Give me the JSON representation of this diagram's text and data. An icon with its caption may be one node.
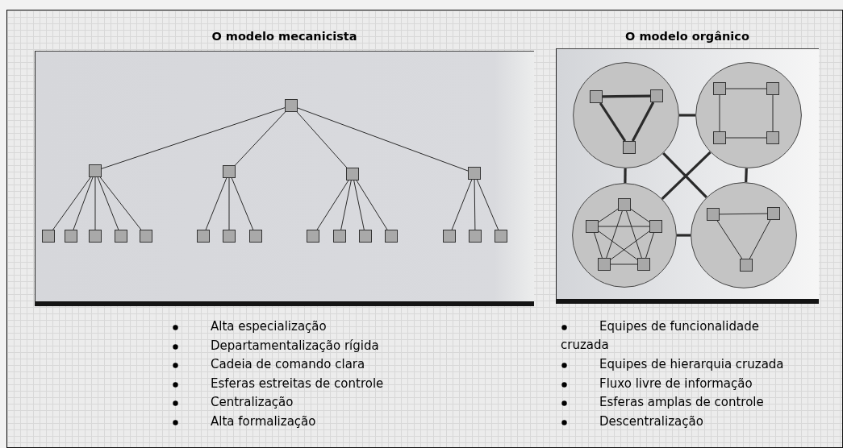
{
  "diagram": {
    "nodes": [
      {
        "text": [
          "O modelo mecanicista"
        ]
      },
      {
        "text": [],
        "shape": "box",
        "in": 0
      },
      {
        "text": [],
        "shape": "box",
        "in": 0
      },
      {
        "text": [],
        "shape": "box",
        "in": 0
      },
      {
        "text": [],
        "shape": "box",
        "in": 0
      },
      {
        "text": [],
        "shape": "box",
        "in": 0
      },
      {
        "text": [],
        "shape": "box",
        "in": 0
      },
      {
        "text": [],
        "shape": "box",
        "in": 0
      },
      {
        "text": [],
        "shape": "box",
        "in": 0
      },
      {
        "text": [],
        "shape": "box",
        "in": 0
      },
      {
        "text": [],
        "shape": "box",
        "in": 0
      },
      {
        "text": [],
        "shape": "box",
        "in": 0
      },
      {
        "text": [],
        "shape": "box",
        "in": 0
      },
      {
        "text": [],
        "shape": "box",
        "in": 0
      },
      {
        "text": [],
        "shape": "box",
        "in": 0
      },
      {
        "text": [],
        "shape": "box",
        "in": 0
      },
      {
        "text": [],
        "shape": "box",
        "in": 0
      },
      {
        "text": [],
        "shape": "box",
        "in": 0
      },
      {
        "text": [],
        "shape": "box",
        "in": 0
      },
      {
        "text": [],
        "shape": "box",
        "in": 0
      },
      {
        "text": [],
        "shape": "box",
        "in": 0
      },
      {
        "text": [
          "O modelo orgânico"
        ]
      },
      {
        "text": [],
        "shape": "circle",
        "in": 21
      },
      {
        "text": [],
        "shape": "circle",
        "in": 21
      },
      {
        "text": [],
        "shape": "circle",
        "in": 21
      },
      {
        "text": [],
        "shape": "circle",
        "in": 21
      },
      {
        "text": [],
        "shape": "box",
        "in": 22
      },
      {
        "text": [],
        "shape": "box",
        "in": 22
      },
      {
        "text": [],
        "shape": "box",
        "in": 22
      },
      {
        "text": [],
        "shape": "box",
        "in": 23
      },
      {
        "text": [],
        "shape": "box",
        "in": 23
      },
      {
        "text": [],
        "shape": "box",
        "in": 23
      },
      {
        "text": [],
        "shape": "box",
        "in": 23
      },
      {
        "text": [],
        "shape": "box",
        "in": 24
      },
      {
        "text": [],
        "shape": "box",
        "in": 24
      },
      {
        "text": [],
        "shape": "box",
        "in": 24
      },
      {
        "text": [],
        "shape": "box",
        "in": 24
      },
      {
        "text": [],
        "shape": "box",
        "in": 24
      },
      {
        "text": [],
        "shape": "box",
        "in": 25
      },
      {
        "text": [],
        "shape": "box",
        "in": 25
      },
      {
        "text": [],
        "shape": "box",
        "in": 25
      }
    ],
    "edges": [
      {
        "from": 1,
        "to": 2,
        "arrow": "none"
      },
      {
        "from": 1,
        "to": 3,
        "arrow": "none"
      },
      {
        "from": 1,
        "to": 4,
        "arrow": "none"
      },
      {
        "from": 1,
        "to": 5,
        "arrow": "none"
      },
      {
        "from": 2,
        "to": 6,
        "arrow": "none"
      },
      {
        "from": 2,
        "to": 7,
        "arrow": "none"
      },
      {
        "from": 2,
        "to": 8,
        "arrow": "none"
      },
      {
        "from": 2,
        "to": 9,
        "arrow": "none"
      },
      {
        "from": 2,
        "to": 10,
        "arrow": "none"
      },
      {
        "from": 3,
        "to": 11,
        "arrow": "none"
      },
      {
        "from": 3,
        "to": 12,
        "arrow": "none"
      },
      {
        "from": 3,
        "to": 13,
        "arrow": "none"
      },
      {
        "from": 4,
        "to": 14,
        "arrow": "none"
      },
      {
        "from": 4,
        "to": 15,
        "arrow": "none"
      },
      {
        "from": 4,
        "to": 16,
        "arrow": "none"
      },
      {
        "from": 4,
        "to": 17,
        "arrow": "none"
      },
      {
        "from": 5,
        "to": 18,
        "arrow": "none"
      },
      {
        "from": 5,
        "to": 19,
        "arrow": "none"
      },
      {
        "from": 5,
        "to": 20,
        "arrow": "none"
      },
      {
        "from": 26,
        "to": 27,
        "arrow": "none",
        "style": "thick"
      },
      {
        "from": 27,
        "to": 28,
        "arrow": "none",
        "style": "thick"
      },
      {
        "from": 28,
        "to": 26,
        "arrow": "none",
        "style": "thick"
      },
      {
        "from": 29,
        "to": 30,
        "arrow": "none"
      },
      {
        "from": 30,
        "to": 32,
        "arrow": "none"
      },
      {
        "from": 32,
        "to": 31,
        "arrow": "none"
      },
      {
        "from": 31,
        "to": 29,
        "arrow": "none"
      },
      {
        "from": 33,
        "to": 34,
        "arrow": "none"
      },
      {
        "from": 33,
        "to": 35,
        "arrow": "none"
      },
      {
        "from": 33,
        "to": 36,
        "arrow": "none"
      },
      {
        "from": 33,
        "to": 37,
        "arrow": "none"
      },
      {
        "from": 34,
        "to": 35,
        "arrow": "none"
      },
      {
        "from": 34,
        "to": 36,
        "arrow": "none"
      },
      {
        "from": 34,
        "to": 37,
        "arrow": "none"
      },
      {
        "from": 35,
        "to": 36,
        "arrow": "none"
      },
      {
        "from": 35,
        "to": 37,
        "arrow": "none"
      },
      {
        "from": 36,
        "to": 37,
        "arrow": "none"
      },
      {
        "from": 38,
        "to": 39,
        "arrow": "none"
      },
      {
        "from": 39,
        "to": 40,
        "arrow": "none"
      },
      {
        "from": 40,
        "to": 38,
        "arrow": "none"
      },
      {
        "from": 22,
        "to": 23,
        "arrow": "none",
        "style": "thick"
      },
      {
        "from": 22,
        "to": 24,
        "arrow": "none",
        "style": "thick"
      },
      {
        "from": 23,
        "to": 25,
        "arrow": "none",
        "style": "thick"
      },
      {
        "from": 24,
        "to": 25,
        "arrow": "none",
        "style": "thick"
      },
      {
        "from": 22,
        "to": 25,
        "arrow": "none",
        "style": "thick"
      },
      {
        "from": 23,
        "to": 24,
        "arrow": "none",
        "style": "thick"
      }
    ],
    "labels": [
      "Alta especialização",
      "Departamentalização rígida",
      "Cadeia de comando clara",
      "Esferas estreitas de controle",
      "Centralização",
      "Alta formalização",
      "Equipes de funcionalidade cruzada",
      "Equipes de hierarquia cruzada",
      "Fluxo livre de informação",
      "Esferas amplas de controle",
      "Descentralização"
    ]
  }
}
